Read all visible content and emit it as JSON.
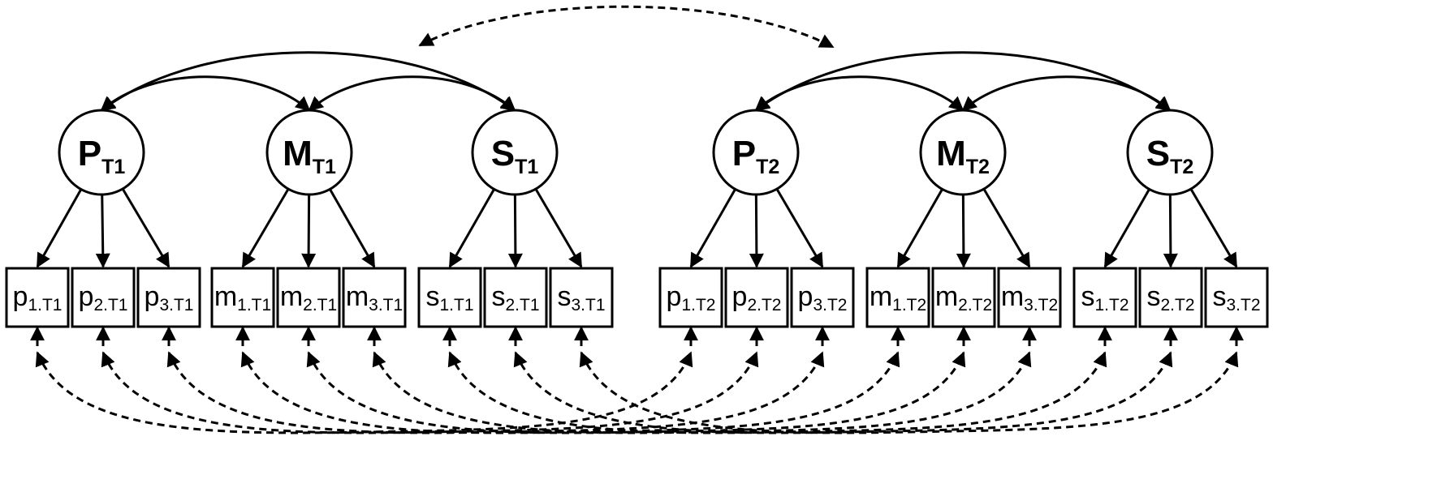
{
  "diagram": {
    "type": "structural-equation-model",
    "latents": [
      {
        "id": "P_T1",
        "main": "P",
        "sub": "T1"
      },
      {
        "id": "M_T1",
        "main": "M",
        "sub": "T1"
      },
      {
        "id": "S_T1",
        "main": "S",
        "sub": "T1"
      },
      {
        "id": "P_T2",
        "main": "P",
        "sub": "T2"
      },
      {
        "id": "M_T2",
        "main": "M",
        "sub": "T2"
      },
      {
        "id": "S_T2",
        "main": "S",
        "sub": "T2"
      }
    ],
    "indicators": [
      {
        "id": "p1T1",
        "main": "p",
        "sub": "1.T1",
        "factor": "P_T1"
      },
      {
        "id": "p2T1",
        "main": "p",
        "sub": "2.T1",
        "factor": "P_T1"
      },
      {
        "id": "p3T1",
        "main": "p",
        "sub": "3.T1",
        "factor": "P_T1"
      },
      {
        "id": "m1T1",
        "main": "m",
        "sub": "1.T1",
        "factor": "M_T1"
      },
      {
        "id": "m2T1",
        "main": "m",
        "sub": "2.T1",
        "factor": "M_T1"
      },
      {
        "id": "m3T1",
        "main": "m",
        "sub": "3.T1",
        "factor": "M_T1"
      },
      {
        "id": "s1T1",
        "main": "s",
        "sub": "1.T1",
        "factor": "S_T1"
      },
      {
        "id": "s2T1",
        "main": "s",
        "sub": "2.T1",
        "factor": "S_T1"
      },
      {
        "id": "s3T1",
        "main": "s",
        "sub": "3.T1",
        "factor": "S_T1"
      },
      {
        "id": "p1T2",
        "main": "p",
        "sub": "1.T2",
        "factor": "P_T2"
      },
      {
        "id": "p2T2",
        "main": "p",
        "sub": "2.T2",
        "factor": "P_T2"
      },
      {
        "id": "p3T2",
        "main": "p",
        "sub": "3.T2",
        "factor": "P_T2"
      },
      {
        "id": "m1T2",
        "main": "m",
        "sub": "1.T2",
        "factor": "M_T2"
      },
      {
        "id": "m2T2",
        "main": "m",
        "sub": "2.T2",
        "factor": "M_T2"
      },
      {
        "id": "m3T2",
        "main": "m",
        "sub": "3.T2",
        "factor": "M_T2"
      },
      {
        "id": "s1T2",
        "main": "s",
        "sub": "1.T2",
        "factor": "S_T2"
      },
      {
        "id": "s2T2",
        "main": "s",
        "sub": "2.T2",
        "factor": "S_T2"
      },
      {
        "id": "s3T2",
        "main": "s",
        "sub": "3.T2",
        "factor": "S_T2"
      }
    ],
    "factor_covariances": [
      [
        "P_T1",
        "M_T1"
      ],
      [
        "M_T1",
        "S_T1"
      ],
      [
        "P_T1",
        "S_T1"
      ],
      [
        "P_T2",
        "M_T2"
      ],
      [
        "M_T2",
        "S_T2"
      ],
      [
        "P_T2",
        "S_T2"
      ]
    ],
    "timepoint_covariance": [
      "T1",
      "T2"
    ],
    "residual_covariances": [
      [
        "p1T1",
        "p1T2"
      ],
      [
        "p2T1",
        "p2T2"
      ],
      [
        "p3T1",
        "p3T2"
      ],
      [
        "m1T1",
        "m1T2"
      ],
      [
        "m2T1",
        "m2T2"
      ],
      [
        "m3T1",
        "m3T2"
      ],
      [
        "s1T1",
        "s1T2"
      ],
      [
        "s2T1",
        "s2T2"
      ],
      [
        "s3T1",
        "s3T2"
      ]
    ],
    "colors": {
      "stroke": "#000000",
      "background": "#ffffff"
    }
  }
}
